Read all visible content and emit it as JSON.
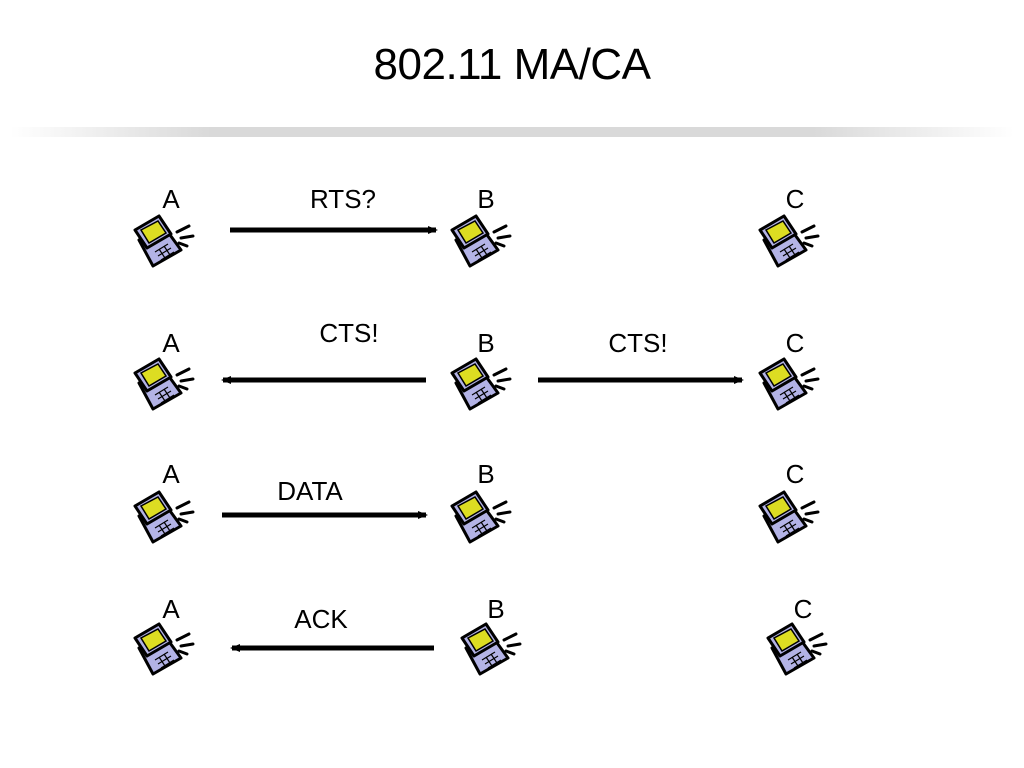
{
  "slide": {
    "title": "802.11 MA/CA"
  },
  "rows": [
    {
      "nodes": [
        "A",
        "B",
        "C"
      ],
      "messages": [
        {
          "label": "RTS?",
          "from": "A",
          "to": "B"
        }
      ]
    },
    {
      "nodes": [
        "A",
        "B",
        "C"
      ],
      "messages": [
        {
          "label": "CTS!",
          "from": "B",
          "to": "A"
        },
        {
          "label": "CTS!",
          "from": "B",
          "to": "C"
        }
      ]
    },
    {
      "nodes": [
        "A",
        "B",
        "C"
      ],
      "messages": [
        {
          "label": "DATA",
          "from": "A",
          "to": "B"
        }
      ]
    },
    {
      "nodes": [
        "A",
        "B",
        "C"
      ],
      "messages": [
        {
          "label": "ACK",
          "from": "B",
          "to": "A"
        }
      ]
    }
  ],
  "colors": {
    "laptop_body": "#b3b3e6",
    "laptop_screen": "#dddd22",
    "outline": "#000000"
  }
}
